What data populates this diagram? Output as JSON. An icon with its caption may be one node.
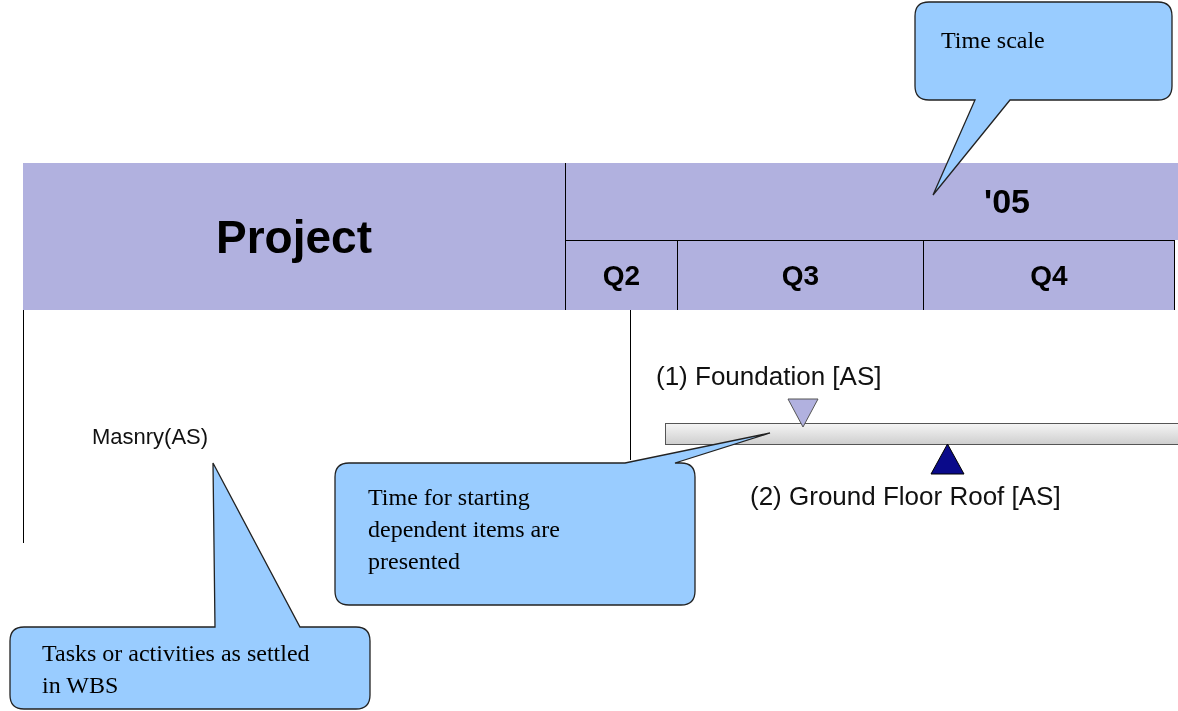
{
  "diagram": {
    "nodes": [
      {
        "text": [
          "Time scale"
        ]
      },
      {
        "text": [
          "Project"
        ]
      },
      {
        "text": [
          "'05"
        ]
      },
      {
        "text": [
          "Q2"
        ]
      },
      {
        "text": [
          "Q3"
        ]
      },
      {
        "text": [
          "Q4"
        ]
      },
      {
        "text": [
          "Time for starting dependent items are presented"
        ]
      },
      {
        "text": [
          "Tasks or activities as settled in WBS"
        ]
      },
      {
        "text": [],
        "shape": "bar"
      }
    ],
    "labels": [
      "Masnry(AS)",
      "(1) Foundation [AS]",
      "(2) Ground Floor Roof [AS]"
    ]
  }
}
